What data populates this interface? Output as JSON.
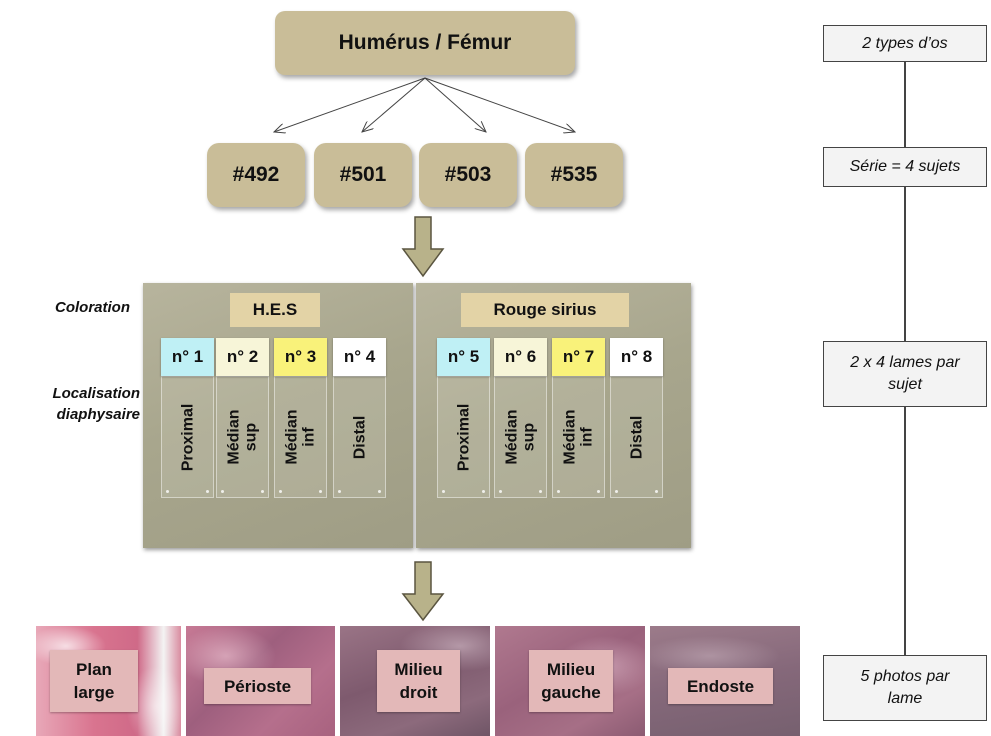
{
  "root": {
    "label": "Humérus / Fémur"
  },
  "subjects": [
    "#492",
    "#501",
    "#503",
    "#535"
  ],
  "side_labels": {
    "coloration": "Coloration",
    "localisation": "Localisation\ndiaphysaire"
  },
  "panels": [
    {
      "title": "H.E.S",
      "slides": [
        {
          "num": "n° 1",
          "color": "#bff0f5",
          "text": "Proximal"
        },
        {
          "num": "n° 2",
          "color": "#f7f5d8",
          "text": "Médian\nsup"
        },
        {
          "num": "n° 3",
          "color": "#f9f27a",
          "text": "Médian\ninf"
        },
        {
          "num": "n° 4",
          "color": "#ffffff",
          "text": "Distal"
        }
      ]
    },
    {
      "title": "Rouge sirius",
      "slides": [
        {
          "num": "n° 5",
          "color": "#bff0f5",
          "text": "Proximal"
        },
        {
          "num": "n° 6",
          "color": "#f7f5d8",
          "text": "Médian\nsup"
        },
        {
          "num": "n° 7",
          "color": "#f9f27a",
          "text": "Médian\ninf"
        },
        {
          "num": "n° 8",
          "color": "#ffffff",
          "text": "Distal"
        }
      ]
    }
  ],
  "photos": [
    "Plan\nlarge",
    "Périoste",
    "Milieu\ndroit",
    "Milieu\ngauche",
    "Endoste"
  ],
  "right_boxes": [
    "2 types d’os",
    "Série = 4 sujets",
    "2 x 4 lames par\nsujet",
    "5 photos par\nlame"
  ],
  "colors": {
    "box": "#c9bd98",
    "panel_title": "#e3d3a6",
    "photo_label": "#e3b8b8",
    "arrow": "#b8b28a"
  }
}
